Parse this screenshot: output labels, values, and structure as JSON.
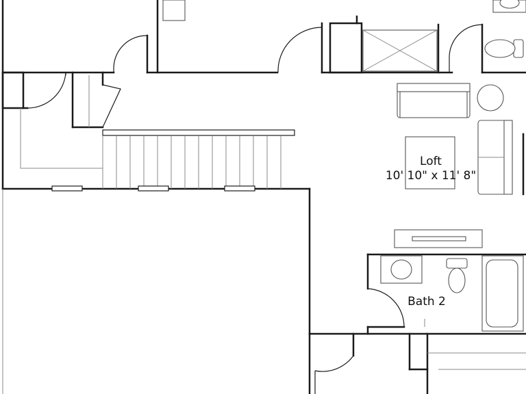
{
  "rooms": {
    "loft": {
      "name": "Loft",
      "dimensions": "10' 10\" x 11' 8\""
    },
    "bath_2": {
      "name": "Bath 2"
    }
  },
  "colors": {
    "wall": "#1a1a1a",
    "fixture": "#555555",
    "background": "#ffffff"
  }
}
